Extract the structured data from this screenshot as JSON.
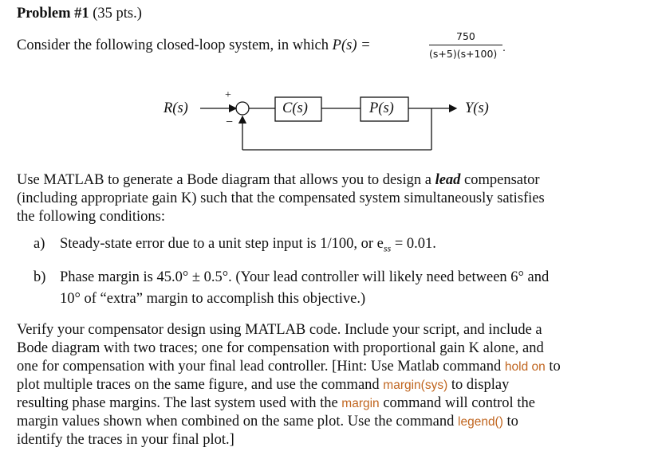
{
  "problem": {
    "title": "Problem #1",
    "points": "(35 pts.)"
  },
  "intro": {
    "text": "Consider the following closed-loop system, in which",
    "transfer_lhs": "P(s) =",
    "numerator": "750",
    "denominator": "(s+5)(s+100)",
    "period": "."
  },
  "diagram": {
    "input": "R(s)",
    "controller": "C(s)",
    "plant": "P(s)",
    "output": "Y(s)",
    "plus_sign": "+",
    "minus_sign": "−"
  },
  "task": {
    "line1_a": "Use MATLAB to generate a Bode diagram that allows you to design a",
    "line1_b": "lead",
    "line1_c": "compensator",
    "line2": "(including appropriate gain K) such that the compensated system simultaneously satisfies",
    "line3": "the following conditions:"
  },
  "conditions": [
    {
      "marker": "a)",
      "text": "Steady-state error due to a unit step input is 1/100, or e",
      "sub": "ss",
      "tail": " = 0.01."
    },
    {
      "marker": "b)",
      "text": "Phase margin is 45.0° ± 0.5°. (Your lead controller will likely need between 6° and",
      "cont": "10° of “extra” margin to accomplish this objective.)"
    }
  ],
  "verify": {
    "l1": "Verify your compensator design using MATLAB code. Include your script, and include a",
    "l2": "Bode diagram with two traces; one for compensation with proportional gain K alone, and",
    "l3a": "one for compensation with your final lead controller. [Hint: Use Matlab command",
    "cmd_hold": "hold on",
    "l3b": "to",
    "l4a": "plot multiple traces on the same figure, and use the command",
    "cmd_margin_sys": "margin(sys)",
    "l4b": "to display",
    "l5a": "resulting phase margins. The last system used with the",
    "cmd_margin": "margin",
    "l5b": "command will control the",
    "l6a": "margin values shown when combined on the same plot. Use the command",
    "cmd_legend": "legend()",
    "l6b": "to",
    "l7": "identify the traces in your final plot.]"
  }
}
